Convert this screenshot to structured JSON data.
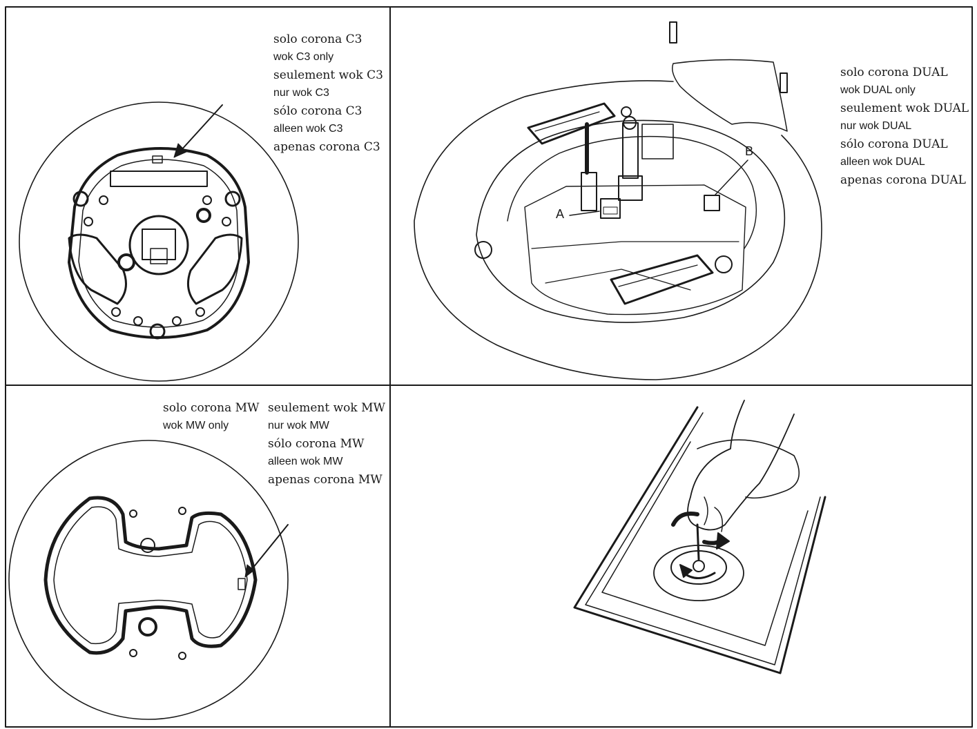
{
  "panels": {
    "c3": {
      "labels": [
        "solo corona C3",
        "wok C3 only",
        "seulement wok C3",
        "nur wok C3",
        "sólo corona C3",
        "alleen wok C3",
        "apenas corona C3"
      ]
    },
    "dual": {
      "labels": [
        "solo corona DUAL",
        "wok DUAL only",
        "seulement wok DUAL",
        "nur wok DUAL",
        "sólo corona DUAL",
        "alleen wok DUAL",
        "apenas corona DUAL"
      ],
      "callout_a": "A",
      "callout_b": "B"
    },
    "mw": {
      "labels_left": [
        "solo corona MW",
        "wok MW only"
      ],
      "labels_right": [
        "seulement wok MW",
        "nur wok MW",
        "sólo corona MW",
        "alleen wok MW",
        "apenas corona MW"
      ]
    }
  },
  "colors": {
    "ink": "#1a1a1a",
    "background": "#ffffff"
  },
  "icons": {
    "hand": "hand-with-wrench-icon",
    "rotate": "rotate-arrow-icon",
    "screw": "screw-icon"
  }
}
